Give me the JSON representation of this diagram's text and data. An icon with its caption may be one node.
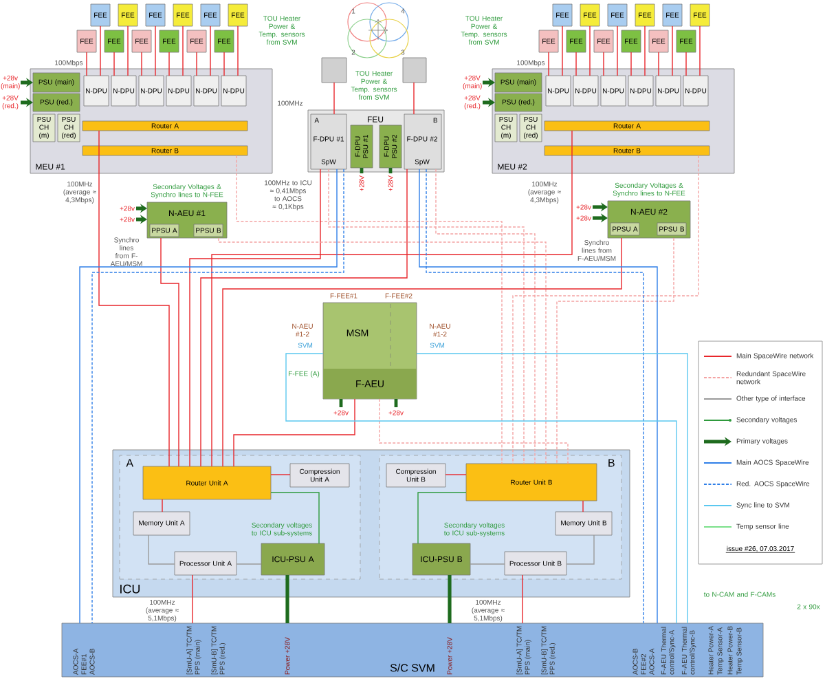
{
  "diagram": {
    "nodes": [
      {
        "text": [
          "FEE"
        ]
      },
      {
        "text": [
          "FEE"
        ]
      },
      {
        "text": [
          "FEE"
        ]
      },
      {
        "text": [
          "FEE"
        ]
      },
      {
        "text": [
          "FEE"
        ]
      },
      {
        "text": [
          "FEE"
        ]
      },
      {
        "text": [
          "FEE"
        ]
      },
      {
        "text": [
          "FEE"
        ]
      },
      {
        "text": [
          "FEE"
        ]
      },
      {
        "text": [
          "FEE"
        ]
      },
      {
        "text": [
          "FEE"
        ]
      },
      {
        "text": [
          "FEE"
        ]
      },
      {
        "text": [
          "MEU #1"
        ]
      },
      {
        "text": [
          "PSU (main)"
        ],
        "in": 12
      },
      {
        "text": [
          "PSU (red.)"
        ],
        "in": 12
      },
      {
        "text": [
          "N-DPU"
        ],
        "in": 12
      },
      {
        "text": [
          "N-DPU"
        ],
        "in": 12
      },
      {
        "text": [
          "N-DPU"
        ],
        "in": 12
      },
      {
        "text": [
          "N-DPU"
        ],
        "in": 12
      },
      {
        "text": [
          "N-DPU"
        ],
        "in": 12
      },
      {
        "text": [
          "N-DPU"
        ],
        "in": 12
      },
      {
        "text": [
          "Router A"
        ],
        "in": 12
      },
      {
        "text": [
          "Router B"
        ],
        "in": 12
      },
      {
        "text": [],
        "shape": "box"
      },
      {
        "text": [],
        "shape": "box"
      },
      {
        "text": [
          "FEU"
        ]
      },
      {
        "text": [
          "A",
          "F-DPU #1",
          "SpW"
        ],
        "in": 25
      },
      {
        "text": [
          "F-DPU PSU #1"
        ],
        "in": 25
      },
      {
        "text": [
          "F-DPU PSU #2"
        ],
        "in": 25
      },
      {
        "text": [
          "B",
          "F-DPU #2",
          "SpW"
        ],
        "in": 25
      },
      {
        "text": [
          "FEE"
        ]
      },
      {
        "text": [
          "FEE"
        ]
      },
      {
        "text": [
          "FEE"
        ]
      },
      {
        "text": [
          "FEE"
        ]
      },
      {
        "text": [
          "FEE"
        ]
      },
      {
        "text": [
          "FEE"
        ]
      },
      {
        "text": [
          "FEE"
        ]
      },
      {
        "text": [
          "FEE"
        ]
      },
      {
        "text": [
          "FEE"
        ]
      },
      {
        "text": [
          "FEE"
        ]
      },
      {
        "text": [
          "FEE"
        ]
      },
      {
        "text": [
          "FEE"
        ]
      },
      {
        "text": [
          "MEU #2"
        ]
      },
      {
        "text": [
          "PSU (main)"
        ],
        "in": 42
      },
      {
        "text": [
          "PSU (red.)"
        ],
        "in": 42
      },
      {
        "text": [
          "N-DPU"
        ],
        "in": 42
      },
      {
        "text": [
          "N-DPU"
        ],
        "in": 42
      },
      {
        "text": [
          "N-DPU"
        ],
        "in": 42
      },
      {
        "text": [
          "N-DPU"
        ],
        "in": 42
      },
      {
        "text": [
          "N-DPU"
        ],
        "in": 42
      },
      {
        "text": [
          "N-DPU"
        ],
        "in": 42
      },
      {
        "text": [
          "Router A"
        ],
        "in": 42
      },
      {
        "text": [
          "Router B"
        ],
        "in": 42
      },
      {
        "text": [
          "N-AEU #1"
        ]
      },
      {
        "text": [
          "N-AEU #2"
        ]
      },
      {
        "text": [
          "MSM",
          "F-AEU"
        ]
      },
      {
        "text": [
          "ICU"
        ]
      },
      {
        "text": [
          "A"
        ],
        "in": 56
      },
      {
        "text": [
          "Router Unit A"
        ],
        "in": 57
      },
      {
        "text": [
          "Compression Unit A"
        ],
        "in": 57
      },
      {
        "text": [
          "Memory Unit A"
        ],
        "in": 57
      },
      {
        "text": [
          "Processor Unit A"
        ],
        "in": 57
      },
      {
        "text": [
          "ICU-PSU A"
        ],
        "in": 57
      },
      {
        "text": [
          "B"
        ],
        "in": 56
      },
      {
        "text": [
          "Compression Unit B"
        ],
        "in": 63
      },
      {
        "text": [
          "Router Unit B"
        ],
        "in": 63
      },
      {
        "text": [
          "Memory Unit B"
        ],
        "in": 63
      },
      {
        "text": [
          "Processor Unit B"
        ],
        "in": 63
      },
      {
        "text": [
          "ICU-PSU B"
        ],
        "in": 63
      },
      {
        "text": [
          "S/C SVM"
        ]
      },
      {
        "text": [
          "PSU CH (m)"
        ],
        "in": 12
      },
      {
        "text": [
          "PSU CH (red)"
        ],
        "in": 12
      },
      {
        "text": [
          "PSU CH (m)"
        ],
        "in": 42
      },
      {
        "text": [
          "PSU CH (red)"
        ],
        "in": 42
      },
      {
        "text": [
          "PPSU A"
        ],
        "in": 53
      },
      {
        "text": [
          "PPSU B"
        ],
        "in": 53
      },
      {
        "text": [
          "PPSU A"
        ],
        "in": 54
      },
      {
        "text": [
          "PPSU B"
        ],
        "in": 54
      },
      {
        "text": [
          "+28v (main)"
        ]
      },
      {
        "text": [
          "+28V (red.)"
        ]
      },
      {
        "text": [
          "+28V (main)"
        ]
      },
      {
        "text": [
          "+28V (red.)"
        ]
      },
      {
        "text": [
          "+28v"
        ]
      },
      {
        "text": [
          "+28v"
        ]
      },
      {
        "text": [
          "+28v"
        ]
      },
      {
        "text": [
          "+28v"
        ]
      }
    ],
    "edges": [
      {
        "from": 0,
        "to": 15,
        "arrow": "none"
      },
      {
        "from": 1,
        "to": 16,
        "arrow": "none"
      },
      {
        "from": 2,
        "to": 17,
        "arrow": "none"
      },
      {
        "from": 3,
        "to": 18,
        "arrow": "none"
      },
      {
        "from": 4,
        "to": 19,
        "arrow": "none"
      },
      {
        "from": 5,
        "to": 20,
        "arrow": "none"
      },
      {
        "from": 6,
        "to": 15,
        "arrow": "none"
      },
      {
        "from": 7,
        "to": 16,
        "arrow": "none"
      },
      {
        "from": 8,
        "to": 17,
        "arrow": "none"
      },
      {
        "from": 9,
        "to": 18,
        "arrow": "none"
      },
      {
        "from": 10,
        "to": 19,
        "arrow": "none"
      },
      {
        "from": 11,
        "to": 20,
        "arrow": "none"
      },
      {
        "from": 30,
        "to": 45,
        "arrow": "none"
      },
      {
        "from": 31,
        "to": 46,
        "arrow": "none"
      },
      {
        "from": 32,
        "to": 47,
        "arrow": "none"
      },
      {
        "from": 33,
        "to": 48,
        "arrow": "none"
      },
      {
        "from": 34,
        "to": 49,
        "arrow": "none"
      },
      {
        "from": 35,
        "to": 50,
        "arrow": "none"
      },
      {
        "from": 36,
        "to": 45,
        "arrow": "none"
      },
      {
        "from": 37,
        "to": 46,
        "arrow": "none"
      },
      {
        "from": 38,
        "to": 47,
        "arrow": "none"
      },
      {
        "from": 39,
        "to": 48,
        "arrow": "none"
      },
      {
        "from": 40,
        "to": 49,
        "arrow": "none"
      },
      {
        "from": 41,
        "to": 50,
        "arrow": "none"
      },
      {
        "from": 23,
        "to": 26,
        "arrow": "none"
      },
      {
        "from": 24,
        "to": 29,
        "arrow": "none"
      },
      {
        "from": 21,
        "to": 58,
        "arrow": "none"
      },
      {
        "from": 22,
        "to": 65,
        "arrow": "none",
        "style": "dashed",
        "color": "#f4a3a3"
      },
      {
        "from": 51,
        "to": 58,
        "arrow": "none"
      },
      {
        "from": 52,
        "to": 65,
        "arrow": "none",
        "style": "dashed",
        "color": "#f4a3a3"
      },
      {
        "from": 26,
        "to": 58,
        "arrow": "none"
      },
      {
        "from": 26,
        "to": 65,
        "arrow": "none",
        "style": "dashed",
        "color": "#f4a3a3"
      },
      {
        "from": 29,
        "to": 58,
        "arrow": "none"
      },
      {
        "from": 29,
        "to": 65,
        "arrow": "none",
        "style": "dashed",
        "color": "#f4a3a3"
      },
      {
        "from": 53,
        "to": 58,
        "arrow": "none"
      },
      {
        "from": 53,
        "to": 65,
        "arrow": "none",
        "style": "dashed",
        "color": "#f4a3a3"
      },
      {
        "from": 54,
        "to": 58,
        "arrow": "none"
      },
      {
        "from": 54,
        "to": 65,
        "arrow": "none",
        "style": "dashed",
        "color": "#f4a3a3"
      },
      {
        "from": 55,
        "to": 58,
        "arrow": "none"
      },
      {
        "from": 55,
        "to": 65,
        "arrow": "none",
        "style": "dashed",
        "color": "#f4a3a3"
      },
      {
        "from": 58,
        "to": 59,
        "arrow": "none"
      },
      {
        "from": 65,
        "to": 64,
        "arrow": "none"
      },
      {
        "from": 58,
        "to": 60,
        "arrow": "none"
      },
      {
        "from": 60,
        "to": 61,
        "arrow": "none",
        "color": "#9a9a9a"
      },
      {
        "from": 61,
        "to": 62,
        "arrow": "none",
        "color": "#9a9a9a"
      },
      {
        "from": 65,
        "to": 66,
        "arrow": "none"
      },
      {
        "from": 66,
        "to": 67,
        "arrow": "none",
        "color": "#9a9a9a"
      },
      {
        "from": 67,
        "to": 68,
        "arrow": "none",
        "color": "#9a9a9a"
      },
      {
        "from": 62,
        "to": 58,
        "arrow": "none",
        "color": "#2e9a3c"
      },
      {
        "from": 68,
        "to": 65,
        "arrow": "none",
        "color": "#2e9a3c"
      },
      {
        "from": 61,
        "to": 69,
        "arrow": "none"
      },
      {
        "from": 67,
        "to": 69,
        "arrow": "none"
      },
      {
        "from": 69,
        "to": 62,
        "arrow": "none",
        "style": "thick",
        "color": "#1e6b1e"
      },
      {
        "from": 69,
        "to": 68,
        "arrow": "none",
        "style": "thick",
        "color": "#1e6b1e"
      },
      {
        "from": 26,
        "to": 69,
        "arrow": "none",
        "color": "#2f7fe8"
      },
      {
        "from": 26,
        "to": 69,
        "arrow": "none",
        "style": "dashed",
        "color": "#2f7fe8"
      },
      {
        "from": 29,
        "to": 69,
        "arrow": "none",
        "color": "#2f7fe8"
      },
      {
        "from": 29,
        "to": 69,
        "arrow": "none",
        "style": "dashed",
        "color": "#2f7fe8"
      },
      {
        "from": 55,
        "to": 69,
        "arrow": "none",
        "color": "#5bc8f0"
      },
      {
        "from": 55,
        "to": 69,
        "arrow": "none",
        "color": "#5bc8f0"
      },
      {
        "from": 82,
        "to": 53,
        "arrow": "to",
        "style": "thick",
        "color": "#1e6b1e"
      },
      {
        "from": 83,
        "to": 53,
        "arrow": "to",
        "style": "thick",
        "color": "#1e6b1e"
      },
      {
        "from": 84,
        "to": 54,
        "arrow": "to",
        "style": "thick",
        "color": "#1e6b1e"
      },
      {
        "from": 85,
        "to": 54,
        "arrow": "to",
        "style": "thick",
        "color": "#1e6b1e"
      },
      {
        "from": 78,
        "to": 13,
        "arrow": "to",
        "style": "thick",
        "color": "#1e6b1e"
      },
      {
        "from": 79,
        "to": 14,
        "arrow": "to",
        "style": "thick",
        "color": "#1e6b1e"
      },
      {
        "from": 80,
        "to": 43,
        "arrow": "to",
        "style": "thick",
        "color": "#1e6b1e"
      },
      {
        "from": 81,
        "to": 44,
        "arrow": "to",
        "style": "thick",
        "color": "#1e6b1e"
      }
    ],
    "labels": [
      "TOU Heater Power & Temp. sensors from SVM",
      "TOU Heater Power & Temp. sensors from SVM",
      "TOU Heater Power & Temp. sensors from SVM",
      "100Mbps",
      "100Mbps",
      "100MHz",
      "100MHz (average ≈ 4,3Mbps)",
      "100MHz (average ≈ 4,3Mbps)",
      "100MHz to ICU ≈ 0,41Mbps to AOCS ≈ 0,1Kbps",
      "Secondary Voltages & Synchro lines to N-FEE",
      "Secondary Voltages & Synchro lines to N-FEE",
      "Synchro lines from F-AEU/MSM",
      "Synchro lines from F-AEU/MSM",
      "+28V",
      "+28V",
      "F-FEE#1",
      "F-FEE#2",
      "N-AEU #1-2",
      "N-AEU #1-2",
      "SVM",
      "SVM",
      "F-FEE (A)",
      "+28v",
      "+28v",
      "Secondary voltages to ICU sub-systems",
      "Secondary voltages to ICU sub-systems",
      "100MHz (average ≈ 5,1Mbps)",
      "100MHz (average ≈ 5,1Mbps)",
      "AOCS-A",
      "FEE#1",
      "AOCS-B",
      "[SmU-A] TC/TM",
      "PPS (main)",
      "[SmU-B] TC/TM",
      "PPS (red.)",
      "Power +28V",
      "Power +28V",
      "[SmU-A] TC/TM",
      "PPS (main)",
      "[SmU-B] TC/TM",
      "PPS (red.)",
      "AOCS-B",
      "FEE#2",
      "AOCS-A",
      "F-AEU Thermal control/Sync-A",
      "F-AEU Thermal control/Sync-B",
      "Heater Power-A",
      "Temp Sensor-A",
      "Heater Power-B",
      "Temp Sensor-B",
      "to N-CAM and F-CAMs",
      "2 x 90x",
      "issue #26, 07.03.2017",
      "1",
      "4",
      "2",
      "3"
    ],
    "legend": [
      {
        "text": "Main SpaceWire network"
      },
      {
        "text": "Redundant SpaceWire network"
      },
      {
        "text": "Other type of interface"
      },
      {
        "text": "Secondary voltages"
      },
      {
        "text": "Primary voltages"
      },
      {
        "text": "Main AOCS SpaceWire"
      },
      {
        "text": "Red. AOCS SpaceWire"
      },
      {
        "text": "Sync line to SVM"
      },
      {
        "text": "Temp sensor line"
      }
    ]
  }
}
